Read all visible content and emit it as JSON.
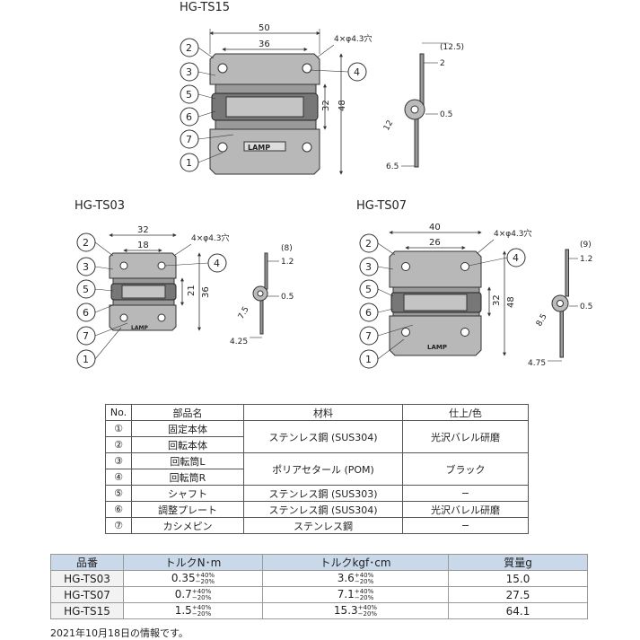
{
  "models": {
    "ts15": {
      "title": "HG-TS15",
      "width": "50",
      "pitch": "36",
      "holes": "4×φ4.3穴",
      "h1": "32",
      "h2": "48",
      "side_top": "(12.5)",
      "side_gap": "2",
      "side_r": "12",
      "side_t": "0.5",
      "side_b": "6.5"
    },
    "ts03": {
      "title": "HG-TS03",
      "width": "32",
      "pitch": "18",
      "holes": "4×φ4.3穴",
      "h1": "21",
      "h2": "36",
      "side_top": "(8)",
      "side_gap": "1.2",
      "side_r": "7.5",
      "side_t": "0.5",
      "side_b": "4.25"
    },
    "ts07": {
      "title": "HG-TS07",
      "width": "40",
      "pitch": "26",
      "holes": "4×φ4.3穴",
      "h1": "32",
      "h2": "48",
      "side_top": "(9)",
      "side_gap": "1.2",
      "side_r": "8.5",
      "side_t": "0.5",
      "side_b": "4.75"
    }
  },
  "callouts": [
    "2",
    "3",
    "5",
    "6",
    "7",
    "1",
    "4"
  ],
  "brand": "LAMP",
  "parts_table": {
    "headers": [
      "No.",
      "部品名",
      "材料",
      "仕上/色"
    ],
    "rows": [
      {
        "no": "①",
        "name": "固定本体"
      },
      {
        "no": "②",
        "name": "回転本体"
      },
      {
        "no": "③",
        "name": "回転筒L"
      },
      {
        "no": "④",
        "name": "回転筒R"
      },
      {
        "no": "⑤",
        "name": "シャフト"
      },
      {
        "no": "⑥",
        "name": "調整プレート"
      },
      {
        "no": "⑦",
        "name": "カシメピン"
      }
    ],
    "materials": [
      "ステンレス鋼 (SUS304)",
      "ポリアセタール (POM)",
      "ステンレス鋼 (SUS303)",
      "ステンレス鋼 (SUS304)",
      "ステンレス鋼"
    ],
    "finishes": [
      "光沢バレル研磨",
      "ブラック",
      "−",
      "光沢バレル研磨",
      "−"
    ]
  },
  "spec_table": {
    "headers": [
      "品番",
      "トルクN･m",
      "トルクkgf･cm",
      "質量g"
    ],
    "tol_plus": "+40%",
    "tol_minus": "−20%",
    "rows": [
      {
        "model": "HG-TS03",
        "nm": "0.35",
        "kgf": "3.6",
        "mass": "15.0"
      },
      {
        "model": "HG-TS07",
        "nm": "0.7",
        "kgf": "7.1",
        "mass": "27.5"
      },
      {
        "model": "HG-TS15",
        "nm": "1.5",
        "kgf": "15.3",
        "mass": "64.1"
      }
    ]
  },
  "note": "2021年10月18日の情報です。"
}
